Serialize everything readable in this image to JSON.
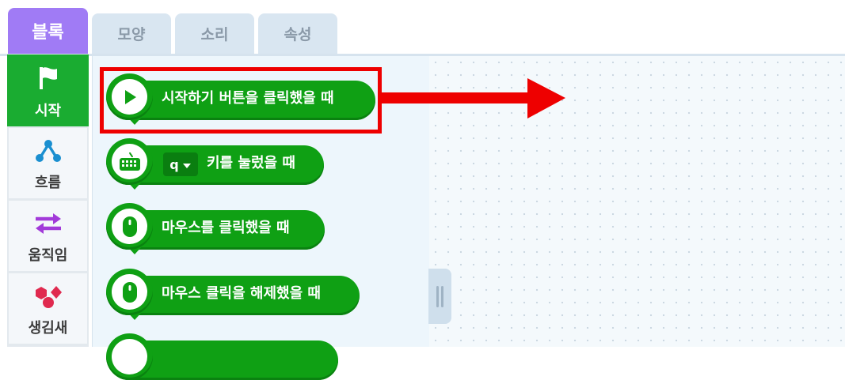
{
  "tabs": [
    {
      "label": "블록",
      "active": true
    },
    {
      "label": "모양",
      "active": false
    },
    {
      "label": "소리",
      "active": false
    },
    {
      "label": "속성",
      "active": false
    }
  ],
  "categories": [
    {
      "label": "시작",
      "icon": "flag-icon",
      "active": true
    },
    {
      "label": "흐름",
      "icon": "flow-icon",
      "active": false
    },
    {
      "label": "움직임",
      "icon": "move-arrows-icon",
      "active": false
    },
    {
      "label": "생김새",
      "icon": "shapes-icon",
      "active": false
    }
  ],
  "blocks": [
    {
      "label": "시작하기 버튼을 클릭했을 때",
      "icon": "play-icon"
    },
    {
      "label": "키를 눌렀을 때",
      "icon": "keyboard-icon",
      "key_value": "q"
    },
    {
      "label": "마우스를 클릭했을 때",
      "icon": "mouse-icon"
    },
    {
      "label": "마우스 클릭을 해제했을 때",
      "icon": "mouse-icon"
    },
    {
      "label": "",
      "icon": "mouse-icon"
    }
  ],
  "colors": {
    "active_tab": "#a07bf5",
    "start_category": "#1aac31",
    "block_green": "#0fa014",
    "highlight_red": "#ee0000"
  }
}
